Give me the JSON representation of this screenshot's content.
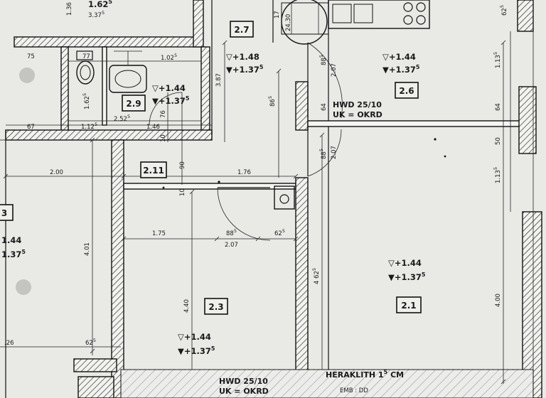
{
  "rooms": [
    {
      "id": "2.1",
      "open": "▽+1.44",
      "fill": "▼+1.37",
      "sup": "5"
    },
    {
      "id": "2.3",
      "open": "▽+1.44",
      "fill": "▼+1.37",
      "sup": "5"
    },
    {
      "id": "2.6",
      "open": "▽+1.44",
      "fill": "▼+1.37",
      "sup": "5"
    },
    {
      "id": "2.7",
      "open": "▽+1.48",
      "fill": "▼+1.37",
      "sup": "5"
    },
    {
      "id": "2.9",
      "open": "▽+1.44",
      "fill": "▼+1.37",
      "sup": "5"
    },
    {
      "id": "2.11"
    }
  ],
  "partial_labels": {
    "left_room_id": "3",
    "left_open": "1.44",
    "left_fill": "1.37",
    "left_sup": "5"
  },
  "notes": {
    "hwd_top": "HWD  25/10",
    "uk_top": "UK = OKRD",
    "hwd_bottom": "HWD  25/10",
    "uk_bottom": "UK = OKRD",
    "heraklith": "HERAKLITH  1",
    "heraklith_sup": "5",
    "heraklith_unit": "CM",
    "emb": "EMB : DD"
  },
  "dimensions": {
    "d_2_00": "2.00",
    "d_1_76": "1.76",
    "d_1_75": "1.75",
    "d_88": "88",
    "d_88_sup": "5",
    "d_62": "62",
    "d_62_sup": "5",
    "d_2_07": "2.07",
    "d_75": "75",
    "d_77": "77",
    "d_1_02": "1.02",
    "d_1_02_sup": "5",
    "d_2_52": "2.52",
    "d_2_52_sup": "5",
    "d_1_12": "1.12",
    "d_1_12_sup": "5",
    "d_1_46": "1.46",
    "d_67": "67",
    "d_26": ".26",
    "d_62b": "62",
    "d_62b_sup": "5",
    "v_4_01": "4.01",
    "v_4_40": "4.40",
    "v_4_62": "4 62",
    "v_4_62_sup": "5",
    "v_4_00": "4.00",
    "v_1_13": "1.13",
    "v_1_13_sup": "5",
    "v_1_13b": "1.13",
    "v_1_13b_sup": "5",
    "v_50": "50",
    "v_64": "64",
    "v_64b": "64",
    "v_86": "86",
    "v_86_sup": "5",
    "v_88": "88",
    "v_88_sup": "5",
    "v_2_07": "2.07",
    "v_2_07b": "2.07",
    "v_88b": "88",
    "v_88b_sup": "5",
    "v_3_87": "3.87",
    "v_76": "76",
    "v_10": "10",
    "v_90": "90",
    "v_10b": "10",
    "v_1_62": "1.62",
    "v_1_62_sup": "5",
    "v_24_30": "24.30",
    "v_17": "17",
    "v_62_top": "62",
    "v_62_top_sup": "5",
    "top_1_62": "1.62",
    "top_1_62_sup": "5",
    "top_3_37": "3.37",
    "top_3_37_sup": "5",
    "top_1_36": "1.36"
  }
}
